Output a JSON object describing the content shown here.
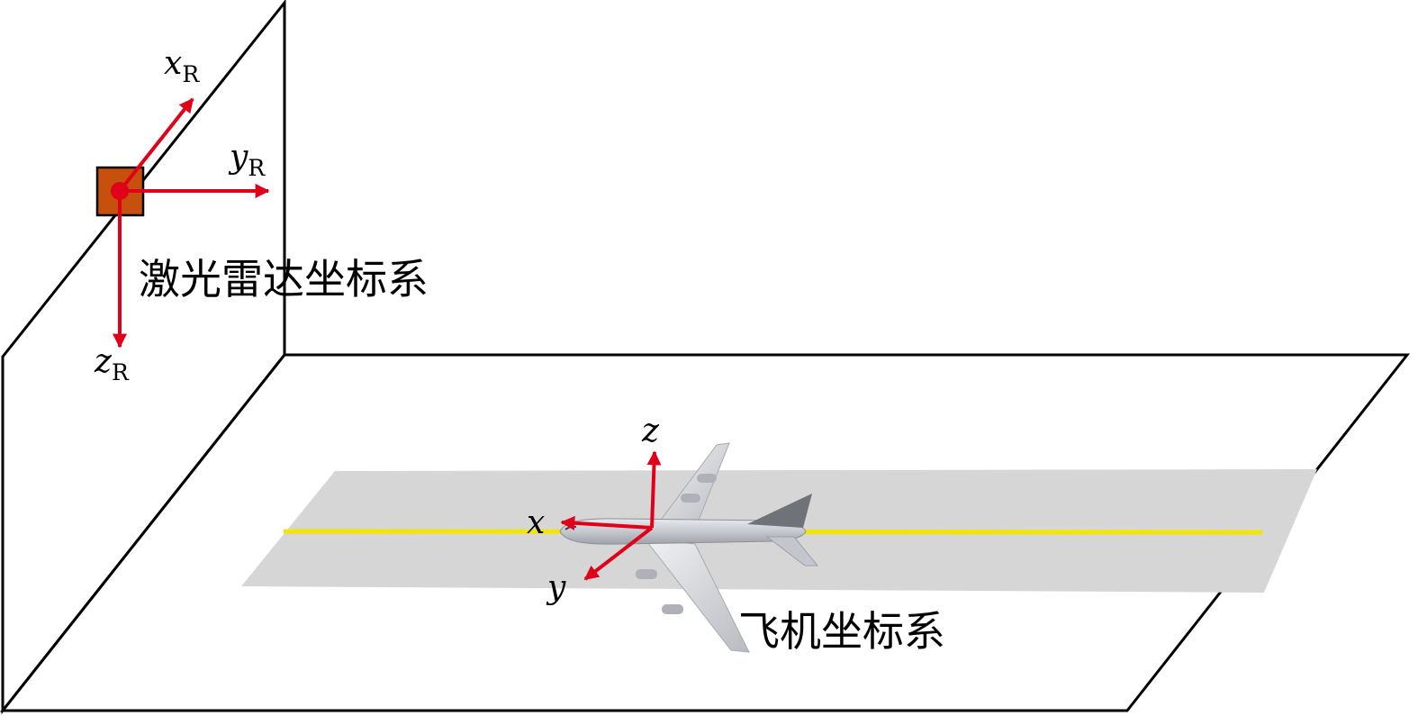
{
  "lidar": {
    "title": "激光雷达坐标系",
    "axes": {
      "x": {
        "symbol": "x",
        "subscript": "R"
      },
      "y": {
        "symbol": "y",
        "subscript": "R"
      },
      "z": {
        "symbol": "z",
        "subscript": "R"
      }
    }
  },
  "aircraft": {
    "title": "飞机坐标系",
    "axes": {
      "x": {
        "symbol": "x"
      },
      "y": {
        "symbol": "y"
      },
      "z": {
        "symbol": "z"
      }
    }
  },
  "colors": {
    "axis_red": "#e0001a",
    "sensor_box": "#c8500f",
    "runway": "#d6d6d6",
    "centerline": "#f2e600",
    "outline": "#000000",
    "aircraft_body": "#c9cbd0",
    "aircraft_shadow": "#6f7278"
  }
}
